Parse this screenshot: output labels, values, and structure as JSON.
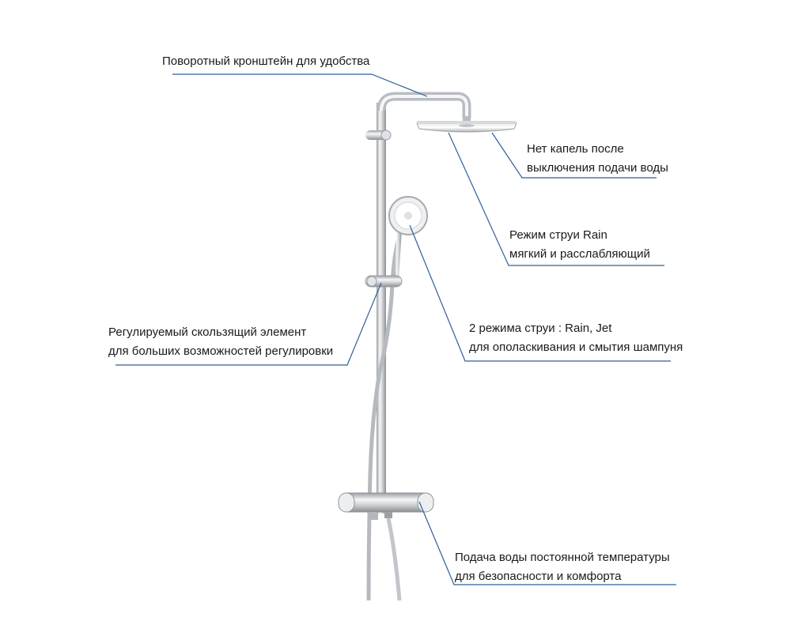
{
  "colors": {
    "leader_line": "#2f5f9a",
    "chrome_light": "#f4f5f6",
    "chrome_mid": "#c9ccd0",
    "chrome_dark": "#8d9196",
    "white_part": "#ffffff"
  },
  "callouts": [
    {
      "id": "swivel-arm",
      "lines": [
        "Поворотный кронштейн для удобства"
      ]
    },
    {
      "id": "no-drip",
      "lines": [
        "Нет капель после",
        "выключения подачи воды"
      ]
    },
    {
      "id": "rain-mode",
      "lines": [
        "Режим струи Rain",
        "мягкий и расслабляющий"
      ]
    },
    {
      "id": "slider",
      "lines": [
        "Регулируемый скользящий элемент",
        "для больших возможностей регулировки"
      ]
    },
    {
      "id": "hand-shower",
      "lines": [
        "2 режима струи : Rain, Jet",
        "для ополаскивания и смытия шампуня"
      ]
    },
    {
      "id": "thermostat",
      "lines": [
        "Подача воды постоянной температуры",
        "для безопасности и комфорта"
      ]
    }
  ]
}
